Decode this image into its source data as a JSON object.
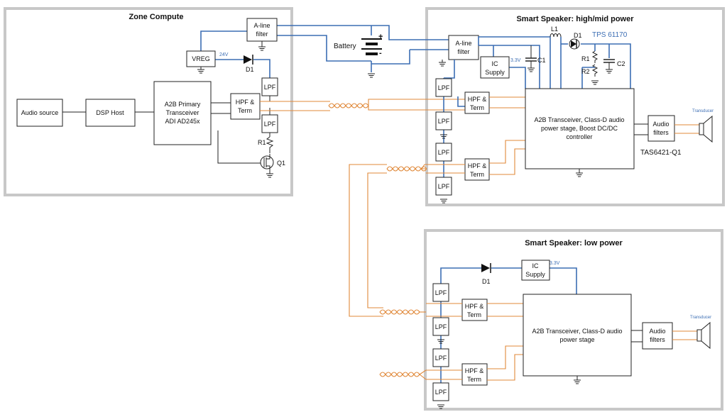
{
  "zones": {
    "zone_compute": "Zone Compute",
    "speaker_high": "Smart Speaker: high/mid power",
    "speaker_low": "Smart Speaker: low power"
  },
  "zone_compute": {
    "audio_source": "Audio source",
    "dsp_host": "DSP Host",
    "a2b_primary": [
      "A2B Primary",
      "Transceiver",
      "ADI AD245x"
    ],
    "vreg": "VREG",
    "vreg_voltage": "24V",
    "d1": "D1",
    "aline": [
      "A-line",
      "filter"
    ],
    "lpf_top": "LPF",
    "lpf_bottom": "LPF",
    "hpf": [
      "HPF &",
      "Term"
    ],
    "r1": "R1",
    "q1": "Q1"
  },
  "battery": {
    "label": "Battery",
    "plus": "+",
    "minus": "-"
  },
  "speaker_high": {
    "aline": [
      "A-line",
      "filter"
    ],
    "ic_supply": [
      "IC",
      "Supply"
    ],
    "ic_voltage": "3.3V",
    "c1": "C1",
    "l1": "L1",
    "d1": "D1",
    "tps": "TPS 61170",
    "r1": "R1",
    "r2": "R2",
    "c2": "C2",
    "lpf": [
      "LPF",
      "LPF",
      "LPF",
      "LPF"
    ],
    "hpf_top": [
      "HPF &",
      "Term"
    ],
    "hpf_bottom": [
      "HPF &",
      "Term"
    ],
    "main": [
      "A2B Transceiver, Class-D audio",
      "power stage, Boost DC/DC",
      "controller"
    ],
    "audio_filters": [
      "Audio",
      "filters"
    ],
    "transducer": "Transducer",
    "tas": "TAS6421-Q1"
  },
  "speaker_low": {
    "d1": "D1",
    "ic_supply": [
      "IC",
      "Supply"
    ],
    "ic_voltage": "3.3V",
    "lpf": [
      "LPF",
      "LPF",
      "LPF",
      "LPF"
    ],
    "hpf_top": [
      "HPF &",
      "Term"
    ],
    "hpf_bottom": [
      "HPF &",
      "Term"
    ],
    "main": [
      "A2B Transceiver, Class-D audio",
      "power stage"
    ],
    "audio_filters": [
      "Audio",
      "filters"
    ],
    "transducer": "Transducer"
  }
}
